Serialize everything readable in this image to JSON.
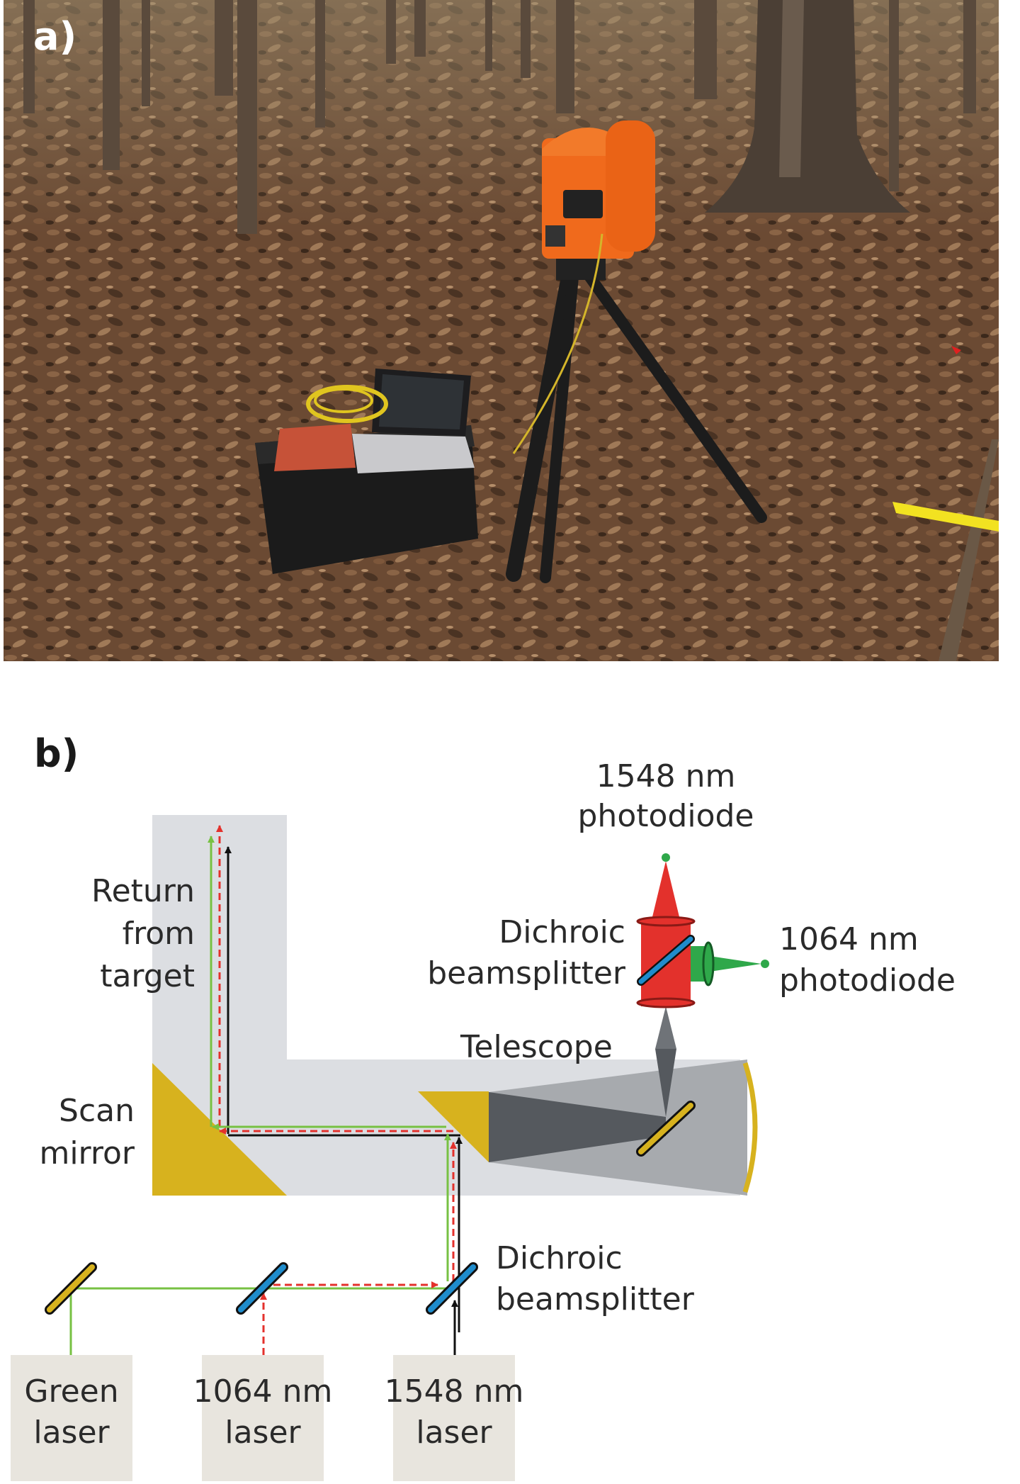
{
  "panel_a": {
    "label": "a)"
  },
  "panel_b": {
    "label": "b)",
    "labels": {
      "photodiode_1548_l1": "1548 nm",
      "photodiode_1548_l2": "photodiode",
      "dichroic_top_l1": "Dichroic",
      "dichroic_top_l2": "beamsplitter",
      "photodiode_1064_l1": "1064 nm",
      "photodiode_1064_l2": "photodiode",
      "return_l1": "Return",
      "return_l2": "from",
      "return_l3": "target",
      "telescope": "Telescope",
      "scan_l1": "Scan",
      "scan_l2": "mirror",
      "dichroic_bottom_l1": "Dichroic",
      "dichroic_bottom_l2": "beamsplitter",
      "green_laser_l1": "Green",
      "green_laser_l2": "laser",
      "laser_1064_l1": "1064 nm",
      "laser_1064_l2": "laser",
      "laser_1548_l1": "1548 nm",
      "laser_1548_l2": "laser"
    },
    "colors": {
      "housing": "#dcdee2",
      "mirror_gold": "#d7b21e",
      "telescope_dark": "#55595e",
      "telescope_light": "#a7aaae",
      "beam_red": "#e3312c",
      "beam_green": "#77c143",
      "splitter_blue": "#1f8ccc",
      "laser_box": "#e8e5de"
    }
  }
}
